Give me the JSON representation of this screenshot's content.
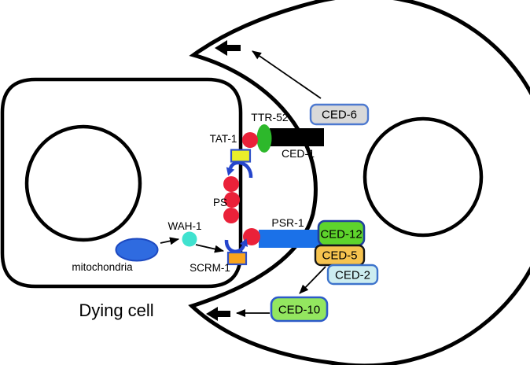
{
  "figure": {
    "cells": {
      "dying_cell_label": "Dying cell"
    },
    "organelles": {
      "mitochondria_label": "mitochondria"
    },
    "molecules": {
      "wah1": "WAH-1",
      "scrm1": "SCRM-1",
      "ps": "PS",
      "tat1": "TAT-1",
      "ttr52": "TTR-52",
      "ced1": "CED-1",
      "psr1": "PSR-1",
      "ced6": "CED-6",
      "ced12": "CED-12",
      "ced5": "CED-5",
      "ced2": "CED-2",
      "ced10": "CED-10"
    },
    "colors": {
      "membrane": "#000000",
      "red_ps": "#ea2139",
      "green_ttr52": "#2db82b",
      "yellow_tat1": "#e9ee2a",
      "blue_psr1": "#1b71e8",
      "orange_scrm1": "#f8a41d",
      "cyan_wah1": "#40e2cf",
      "blue_mitochondria": "#2f6be0",
      "gray_ced6": "#d9d9d9",
      "green_ced12": "#5ed42c",
      "amber_ced5": "#f6c34f",
      "cyan_ced2": "#cdedf0",
      "green_ced10": "#93e65f",
      "blue_arrow": "#2545cc"
    }
  }
}
